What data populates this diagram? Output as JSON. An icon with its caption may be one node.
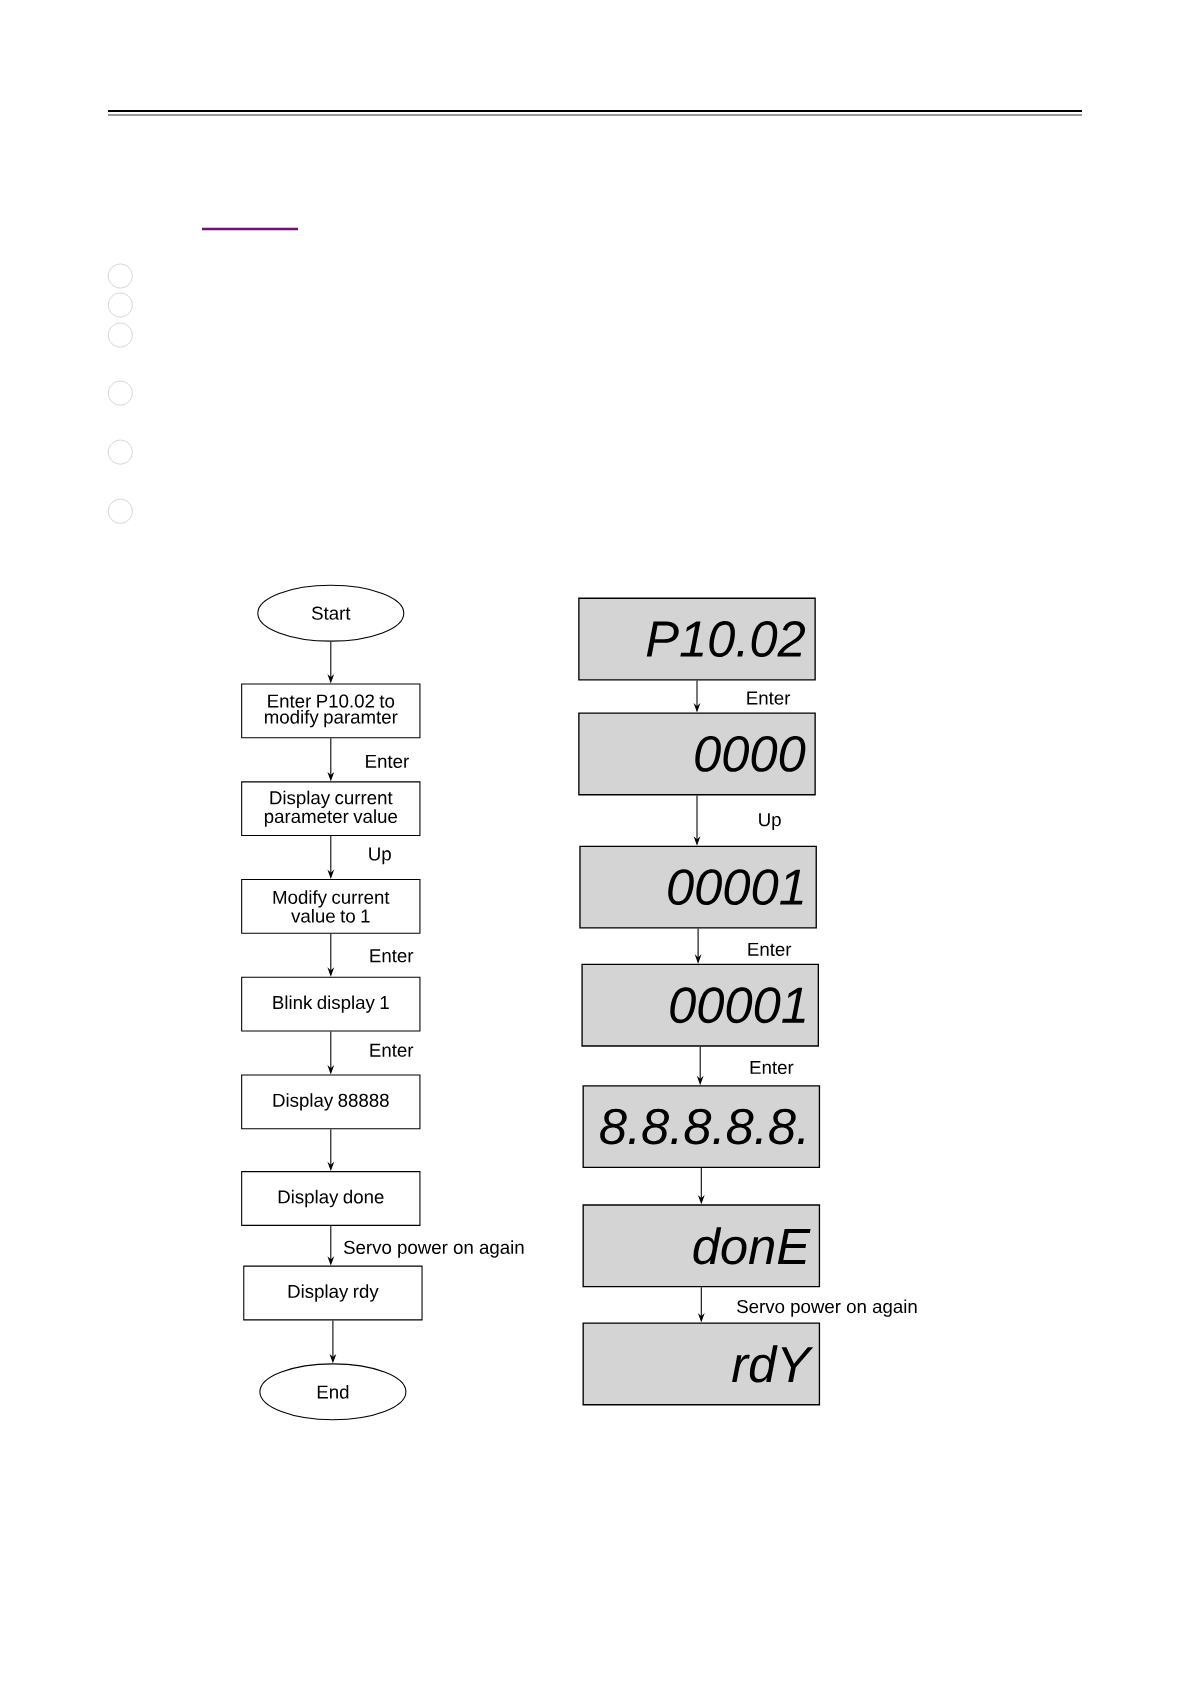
{
  "diagram": {
    "nodes": [
      {
        "text": [
          "Start"
        ]
      },
      {
        "text": [
          "Enter P10.02 to modify paramter"
        ]
      },
      {
        "text": [
          "Display current parameter value"
        ]
      },
      {
        "text": [
          "Modify current value to 1"
        ]
      },
      {
        "text": [
          "Blink display 1"
        ]
      },
      {
        "text": [
          "Display 88888"
        ]
      },
      {
        "text": [
          "Display done"
        ]
      },
      {
        "text": [
          "Display rdy"
        ]
      },
      {
        "text": [
          "End"
        ]
      },
      {
        "text": [
          "P10.02"
        ]
      },
      {
        "text": [
          "0000"
        ]
      },
      {
        "text": [
          "00001"
        ]
      },
      {
        "text": [
          "00001"
        ]
      },
      {
        "text": [
          "8.8.8.8.8."
        ]
      },
      {
        "text": [
          "donE"
        ]
      },
      {
        "text": [
          "rdY"
        ]
      }
    ],
    "edges": [
      {
        "from": 0,
        "to": 1,
        "arrow": "to"
      },
      {
        "from": 1,
        "to": 2,
        "arrow": "to",
        "label": "Enter"
      },
      {
        "from": 2,
        "to": 3,
        "arrow": "to",
        "label": "Up"
      },
      {
        "from": 3,
        "to": 4,
        "arrow": "to",
        "label": "Enter"
      },
      {
        "from": 4,
        "to": 5,
        "arrow": "to",
        "label": "Enter"
      },
      {
        "from": 5,
        "to": 6,
        "arrow": "to"
      },
      {
        "from": 6,
        "to": 7,
        "arrow": "to",
        "label": "Servo power on again"
      },
      {
        "from": 7,
        "to": 8,
        "arrow": "to"
      },
      {
        "from": 9,
        "to": 10,
        "arrow": "to",
        "label": "Enter"
      },
      {
        "from": 10,
        "to": 11,
        "arrow": "to",
        "label": "Up"
      },
      {
        "from": 11,
        "to": 12,
        "arrow": "to",
        "label": "Enter"
      },
      {
        "from": 12,
        "to": 13,
        "arrow": "to",
        "label": "Enter"
      },
      {
        "from": 13,
        "to": 14,
        "arrow": "to"
      },
      {
        "from": 14,
        "to": 15,
        "arrow": "to",
        "label": "Servo power on again"
      }
    ]
  }
}
